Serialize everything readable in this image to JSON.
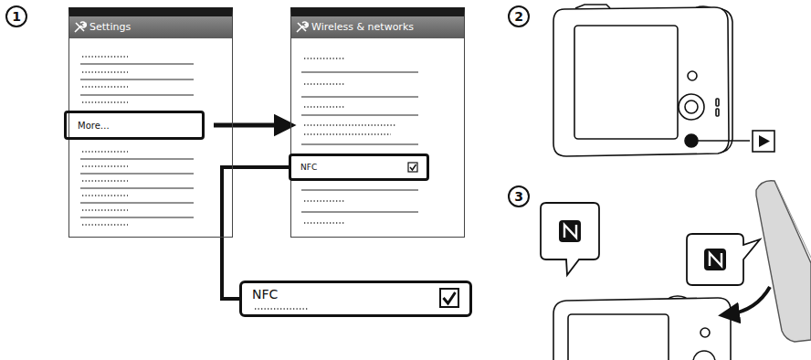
{
  "diagram": {
    "nodes": [
      {
        "text": [
          "Settings"
        ]
      },
      {
        "text": [
          "More…"
        ],
        "in": 0
      },
      {
        "text": [
          "Wireless & networks"
        ]
      },
      {
        "text": [
          "NFC"
        ],
        "in": 2
      },
      {
        "text": [
          "NFC"
        ]
      }
    ],
    "edges": [
      {
        "from": 1,
        "to": 2,
        "arrow": "to"
      },
      {
        "from": 3,
        "to": 4,
        "arrow": "none"
      }
    ],
    "labels": [
      "1",
      "2",
      "3"
    ]
  }
}
